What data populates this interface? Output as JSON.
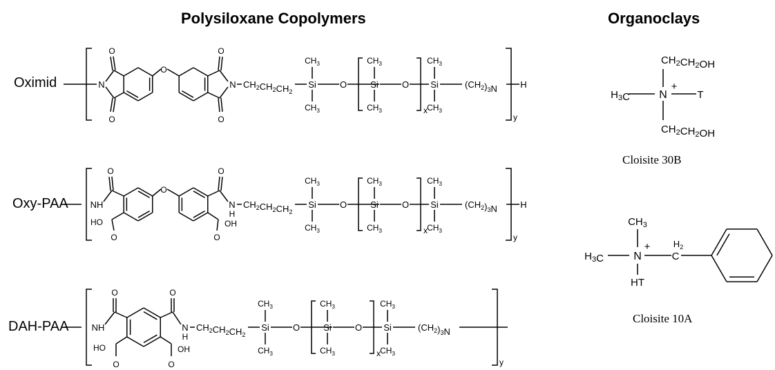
{
  "headings": {
    "copolymers": "Polysiloxane Copolymers",
    "organoclays": "Organoclays"
  },
  "rows": [
    {
      "label": "Oximid"
    },
    {
      "label": "Oxy-PAA"
    },
    {
      "label": "DAH-PAA"
    }
  ],
  "chain": {
    "linker": "CH2CH2CH2",
    "si": "Si",
    "o": "O",
    "methyl": "CH3",
    "amine_end": "(CH2)3N",
    "h": "H",
    "x": "x",
    "y": "y"
  },
  "atoms": {
    "o": "O",
    "n": "N",
    "nh": "NH",
    "h": "H",
    "oh": "OH",
    "ho": "HO"
  },
  "clays": [
    {
      "caption": "Cloisite 30B",
      "top": "CH2CH2OH",
      "bottom": "CH2CH2OH",
      "left": "H3C",
      "center": "N",
      "charge": "+",
      "right": "T"
    },
    {
      "caption": "Cloisite 10A",
      "top": "CH3",
      "bottom": "HT",
      "left": "H3C",
      "center": "N",
      "charge": "+",
      "right": "C",
      "right_h": "H2"
    }
  ]
}
